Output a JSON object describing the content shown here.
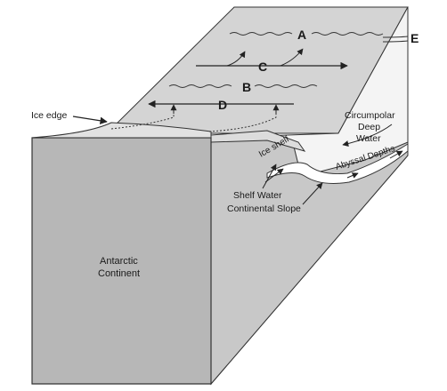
{
  "labels": {
    "A": "A",
    "B": "B",
    "C": "C",
    "D": "D",
    "E": "E",
    "ice_edge": "Ice edge",
    "ice_shelf": "Ice shelf",
    "circumpolar_line1": "Circumpolar",
    "circumpolar_line2": "Deep",
    "circumpolar_line3": "Water",
    "abyssal_depths": "Abyssal Depths",
    "shelf_water": "Shelf Water",
    "continental_slope": "Continental Slope",
    "continent_line1": "Antarctic",
    "continent_line2": "Continent"
  },
  "colors": {
    "surface": "#d4d4d4",
    "front_face": "#b7b7b7",
    "side_face": "#c8c8c8",
    "ocean_light": "#f4f4f4",
    "water_white": "#ffffff",
    "stroke": "#333333"
  }
}
